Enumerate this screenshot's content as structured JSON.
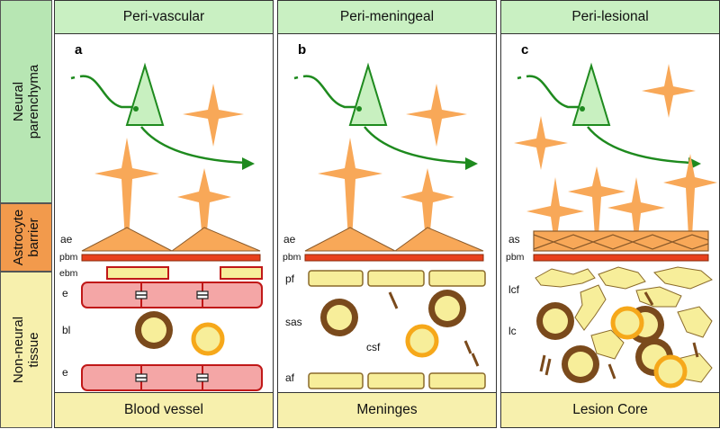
{
  "sidebar": {
    "neural": "Neural parenchyma",
    "barrier": "Astrocyte barrier",
    "nonneural": "Non-neural tissue"
  },
  "panels": [
    {
      "letter": "a",
      "title": "Peri-vascular",
      "footer": "Blood vessel",
      "labels": {
        "ae": "ae",
        "pbm": "pbm",
        "ebm": "ebm",
        "e1": "e",
        "bl": "bl",
        "e2": "e"
      }
    },
    {
      "letter": "b",
      "title": "Peri-meningeal",
      "footer": "Meninges",
      "labels": {
        "ae": "ae",
        "pbm": "pbm",
        "pf": "pf",
        "sas": "sas",
        "csf": "csf",
        "af": "af"
      }
    },
    {
      "letter": "c",
      "title": "Peri-lesional",
      "footer": "Lesion Core",
      "labels": {
        "as": "as",
        "pbm": "pbm",
        "lcf": "lcf",
        "lc": "lc"
      }
    }
  ],
  "colors": {
    "astrocyte": "#f8a858",
    "neuron_fill": "#c8f0c0",
    "neuron_line": "#1e8a1e",
    "pbm": "#e8401c",
    "endothelial": "#f4a6a6",
    "basement": "#f7ee9a",
    "macrophage": "#7a4a1c",
    "rbc": "#f6a81a"
  }
}
